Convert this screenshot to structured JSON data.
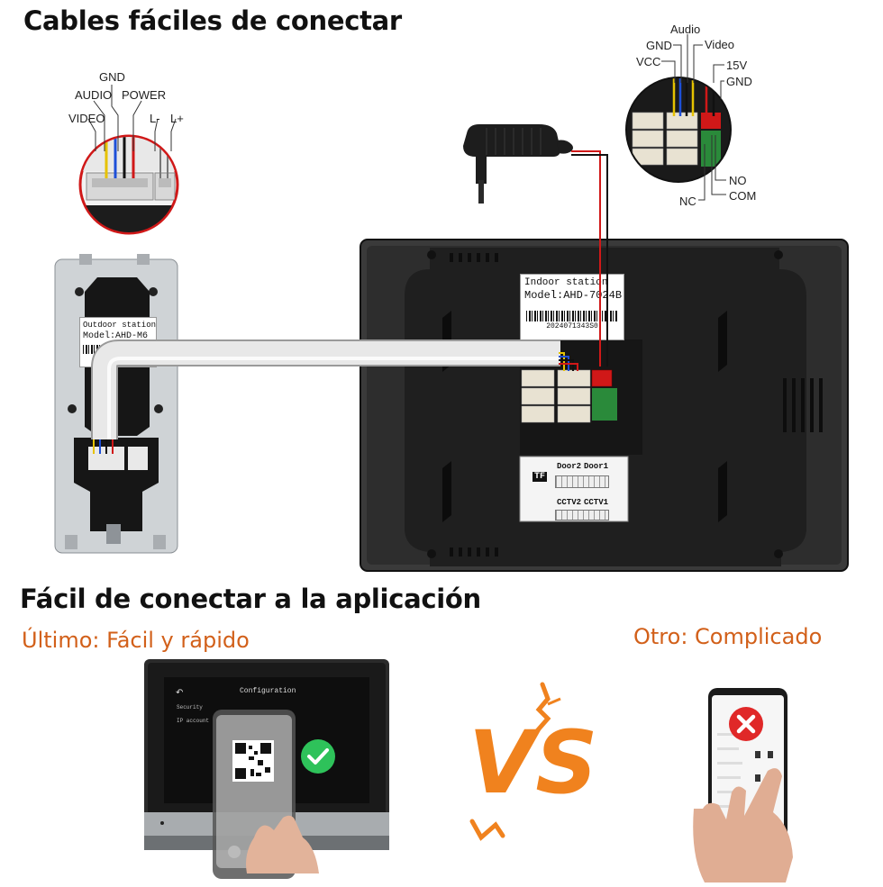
{
  "colors": {
    "accent_orange": "#d2601a",
    "vs_orange": "#f0821e",
    "check_green": "#2ec25a",
    "cross_red": "#e02828",
    "panel_dark": "#2b2b2b"
  },
  "section1": {
    "title": "Cables fáciles de conectar",
    "outdoor_labels": {
      "gnd": "GND",
      "audio": "AUDIO",
      "power": "POWER",
      "video": "VIDEO",
      "lminus": "L-",
      "lplus": "L+"
    },
    "outdoor_tag": {
      "line1": "Outdoor station",
      "line2": "Model:AHD-M6"
    },
    "indoor_labels": {
      "audio": "Audio",
      "gnd": "GND",
      "video": "Video",
      "vcc": "VCC",
      "v15": "15V",
      "gnd2": "GND",
      "no": "NO",
      "com": "COM",
      "nc": "NC"
    },
    "indoor_tag": {
      "line1": "Indoor station",
      "line2": "Model:AHD-7024B",
      "serial": "2024071343S0"
    },
    "port_labels": {
      "door2": "Door2",
      "door1": "Door1",
      "cctv2": "CCTV2",
      "cctv1": "CCTV1",
      "tf": "TF"
    }
  },
  "section2": {
    "title": "Fácil de conectar a la aplicación",
    "left_caption": "Último: Fácil y rápido",
    "right_caption": "Otro: Complicado",
    "vs_text": "VS",
    "screen": {
      "title": "Configuration",
      "row1": "Security",
      "row2": "IP account"
    }
  }
}
